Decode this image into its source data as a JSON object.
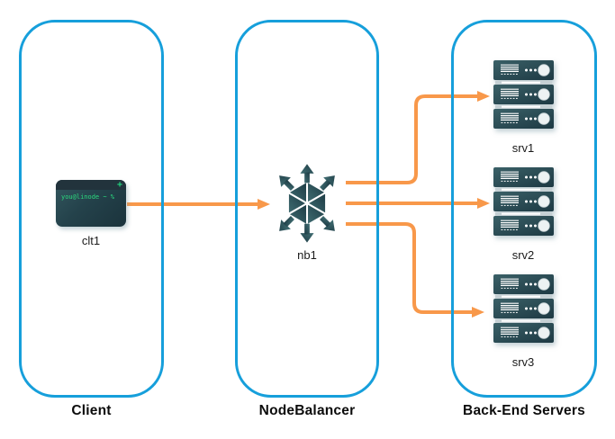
{
  "diagram": {
    "zones": [
      {
        "id": "client",
        "label": "Client"
      },
      {
        "id": "nodebalancer",
        "label": "NodeBalancer"
      },
      {
        "id": "backend",
        "label": "Back-End Servers"
      }
    ],
    "client": {
      "node_label": "clt1",
      "terminal_prompt": "you@linode ~ %",
      "window_glyph": "+"
    },
    "nodebalancer": {
      "node_label": "nb1"
    },
    "servers": [
      {
        "label": "srv1"
      },
      {
        "label": "srv2"
      },
      {
        "label": "srv3"
      }
    ],
    "edges": [
      {
        "from": "clt1",
        "to": "nb1"
      },
      {
        "from": "nb1",
        "to": "srv1"
      },
      {
        "from": "nb1",
        "to": "srv2"
      },
      {
        "from": "nb1",
        "to": "srv3"
      }
    ],
    "colors": {
      "zone_border": "#169FDB",
      "edge_arrow": "#F8984A",
      "icon_teal_dark": "#1D3943",
      "icon_teal_light": "#3F6B71",
      "terminal_green": "#2BD97E"
    }
  }
}
